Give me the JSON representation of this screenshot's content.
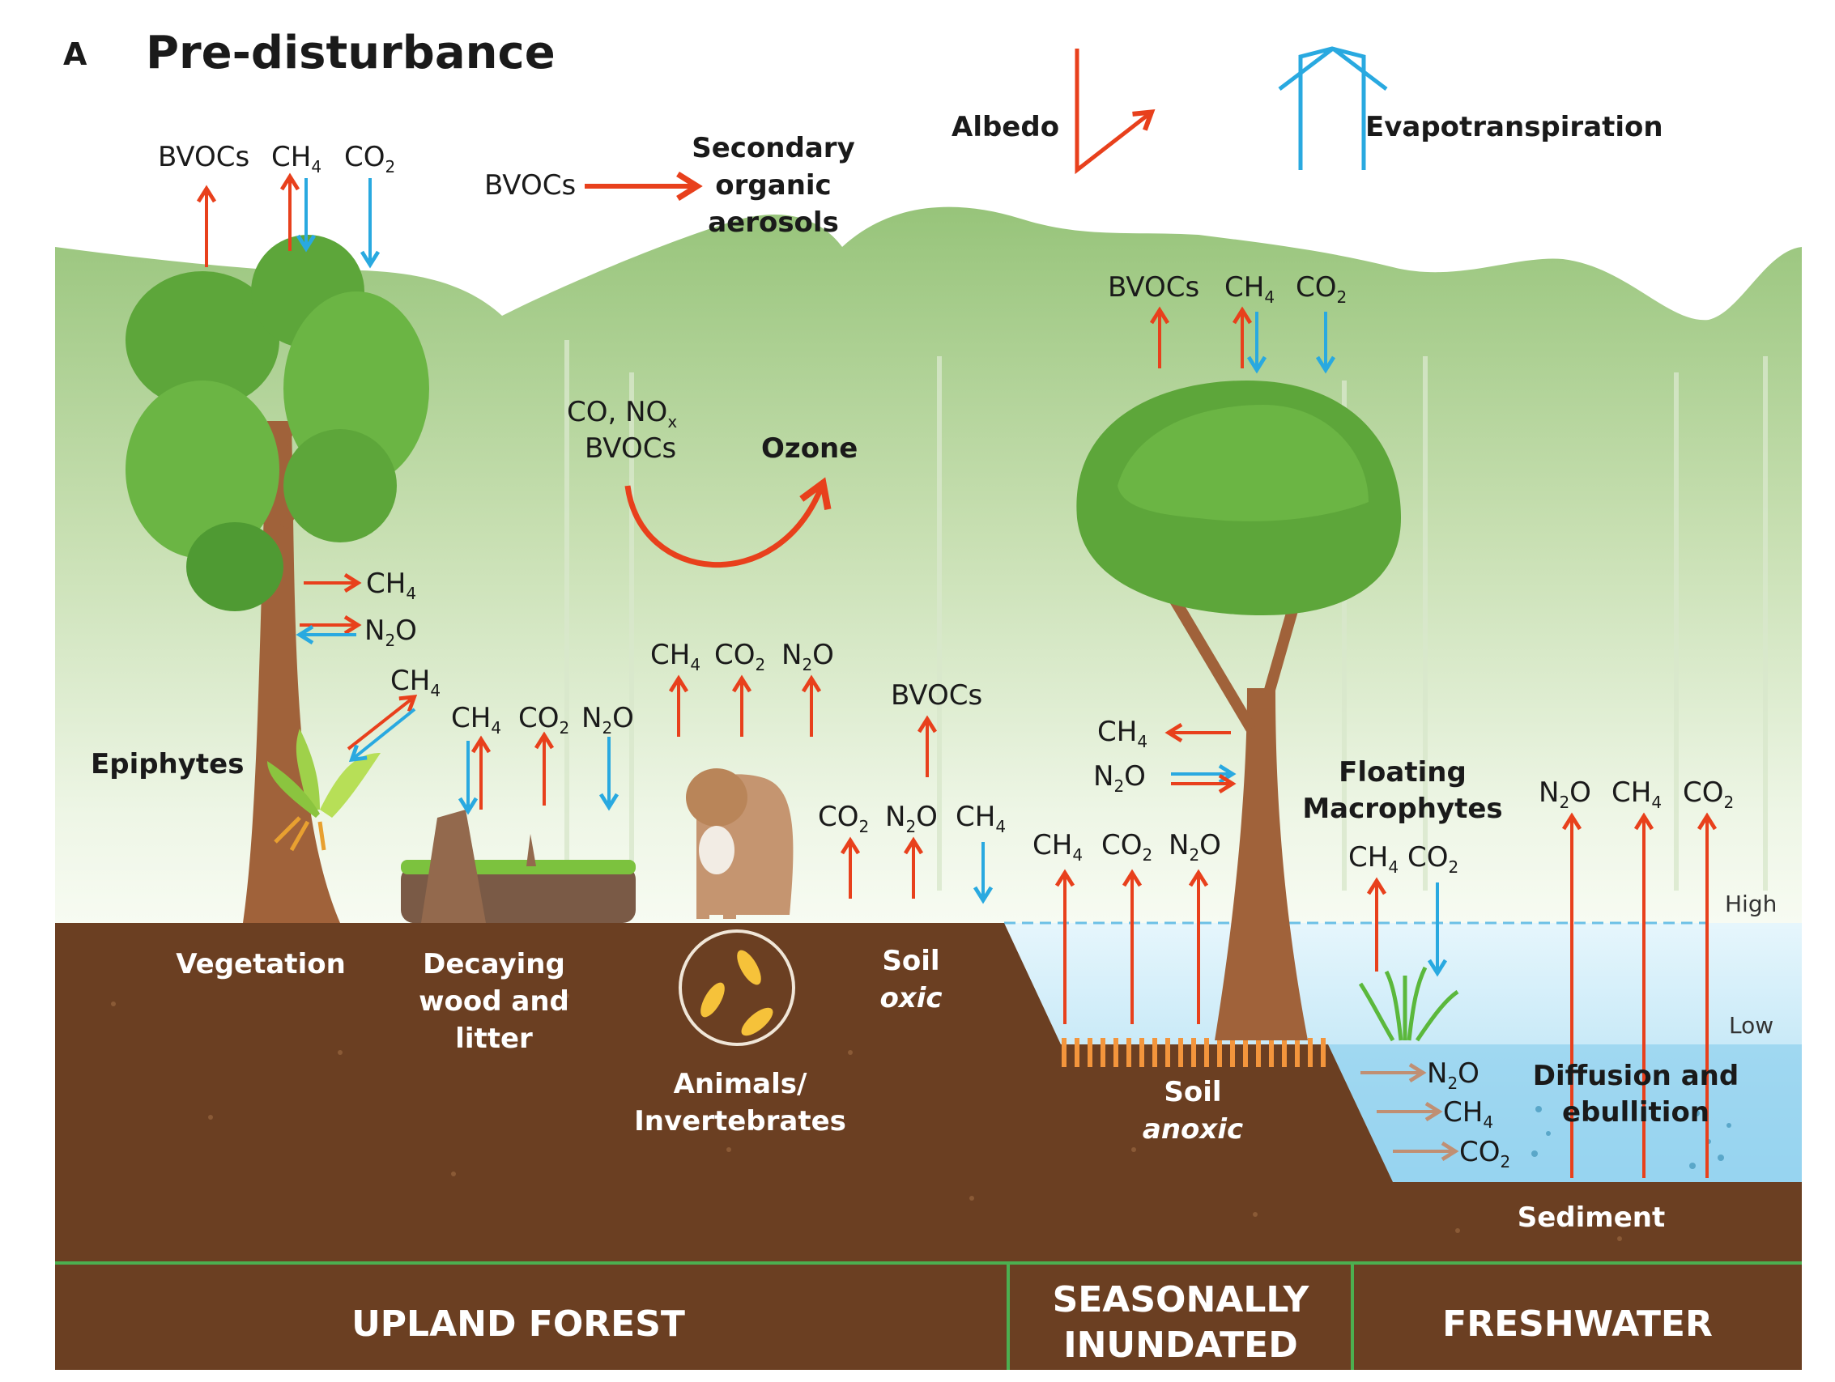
{
  "panel_label": "A",
  "title": "Pre-disturbance",
  "atmosphere": {
    "albedo": "Albedo",
    "evapotranspiration": "Evapotranspiration",
    "bvocs_source": "BVOCs",
    "secondary_aerosols_line1": "Secondary",
    "secondary_aerosols_line2": "organic",
    "secondary_aerosols_line3": "aerosols",
    "ozone_precursors_line1": "CO, NO",
    "ozone_precursors_sub": "x",
    "ozone_precursors_line2": "BVOCs",
    "ozone": "Ozone"
  },
  "gases": {
    "bvocs": "BVOCs",
    "ch": "CH",
    "co": "CO",
    "n": "N",
    "o": "O",
    "sub4": "4",
    "sub2": "2"
  },
  "labels": {
    "epiphytes": "Epiphytes",
    "vegetation": "Vegetation",
    "decaying_line1": "Decaying",
    "decaying_line2": "wood and",
    "decaying_line3": "litter",
    "animals_line1": "Animals/",
    "animals_line2": "Invertebrates",
    "soil": "Soil",
    "oxic": "oxic",
    "anoxic": "anoxic",
    "floating_line1": "Floating",
    "floating_line2": "Macrophytes",
    "diffusion_line1": "Diffusion and",
    "diffusion_line2": "ebullition",
    "sediment": "Sediment",
    "high": "High",
    "low": "Low"
  },
  "zones": {
    "upland": "UPLAND FOREST",
    "seasonal_line1": "SEASONALLY",
    "seasonal_line2": "INUNDATED",
    "freshwater": "FRESHWATER"
  },
  "colors": {
    "emission_arrow": "#e8401c",
    "uptake_arrow": "#29a9e0",
    "soil": "#6b3f22",
    "canopy": "#9cc77e",
    "water": "#bfe6f6",
    "zone_divider": "#4caf50"
  }
}
